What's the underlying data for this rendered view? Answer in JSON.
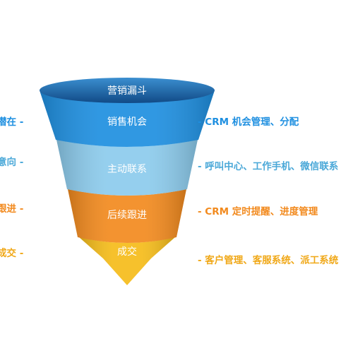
{
  "funnel": {
    "title": "营销漏斗",
    "stages": [
      {
        "label": "销售机会",
        "left": "潜在 -",
        "right": "- CRM 机会管理、分配",
        "color": "#1e8fe0",
        "text_color": "#1e8fe0"
      },
      {
        "label": "主动联系",
        "left": "意向 -",
        "right": "- 呼叫中心、工作手机、微信联系",
        "color": "#8ccbec",
        "text_color": "#4aa8d8"
      },
      {
        "label": "后续跟进",
        "left": "跟进 -",
        "right": "- CRM 定时提醒、进度管理",
        "color": "#f28a1e",
        "text_color": "#f28a1e"
      },
      {
        "label": "成交",
        "left": "成交 -",
        "right": "- 客户管理、客服系统、派工系统",
        "color": "#f5bc1a",
        "text_color": "#f0a818"
      }
    ],
    "top_color": "#1b5f9e"
  }
}
